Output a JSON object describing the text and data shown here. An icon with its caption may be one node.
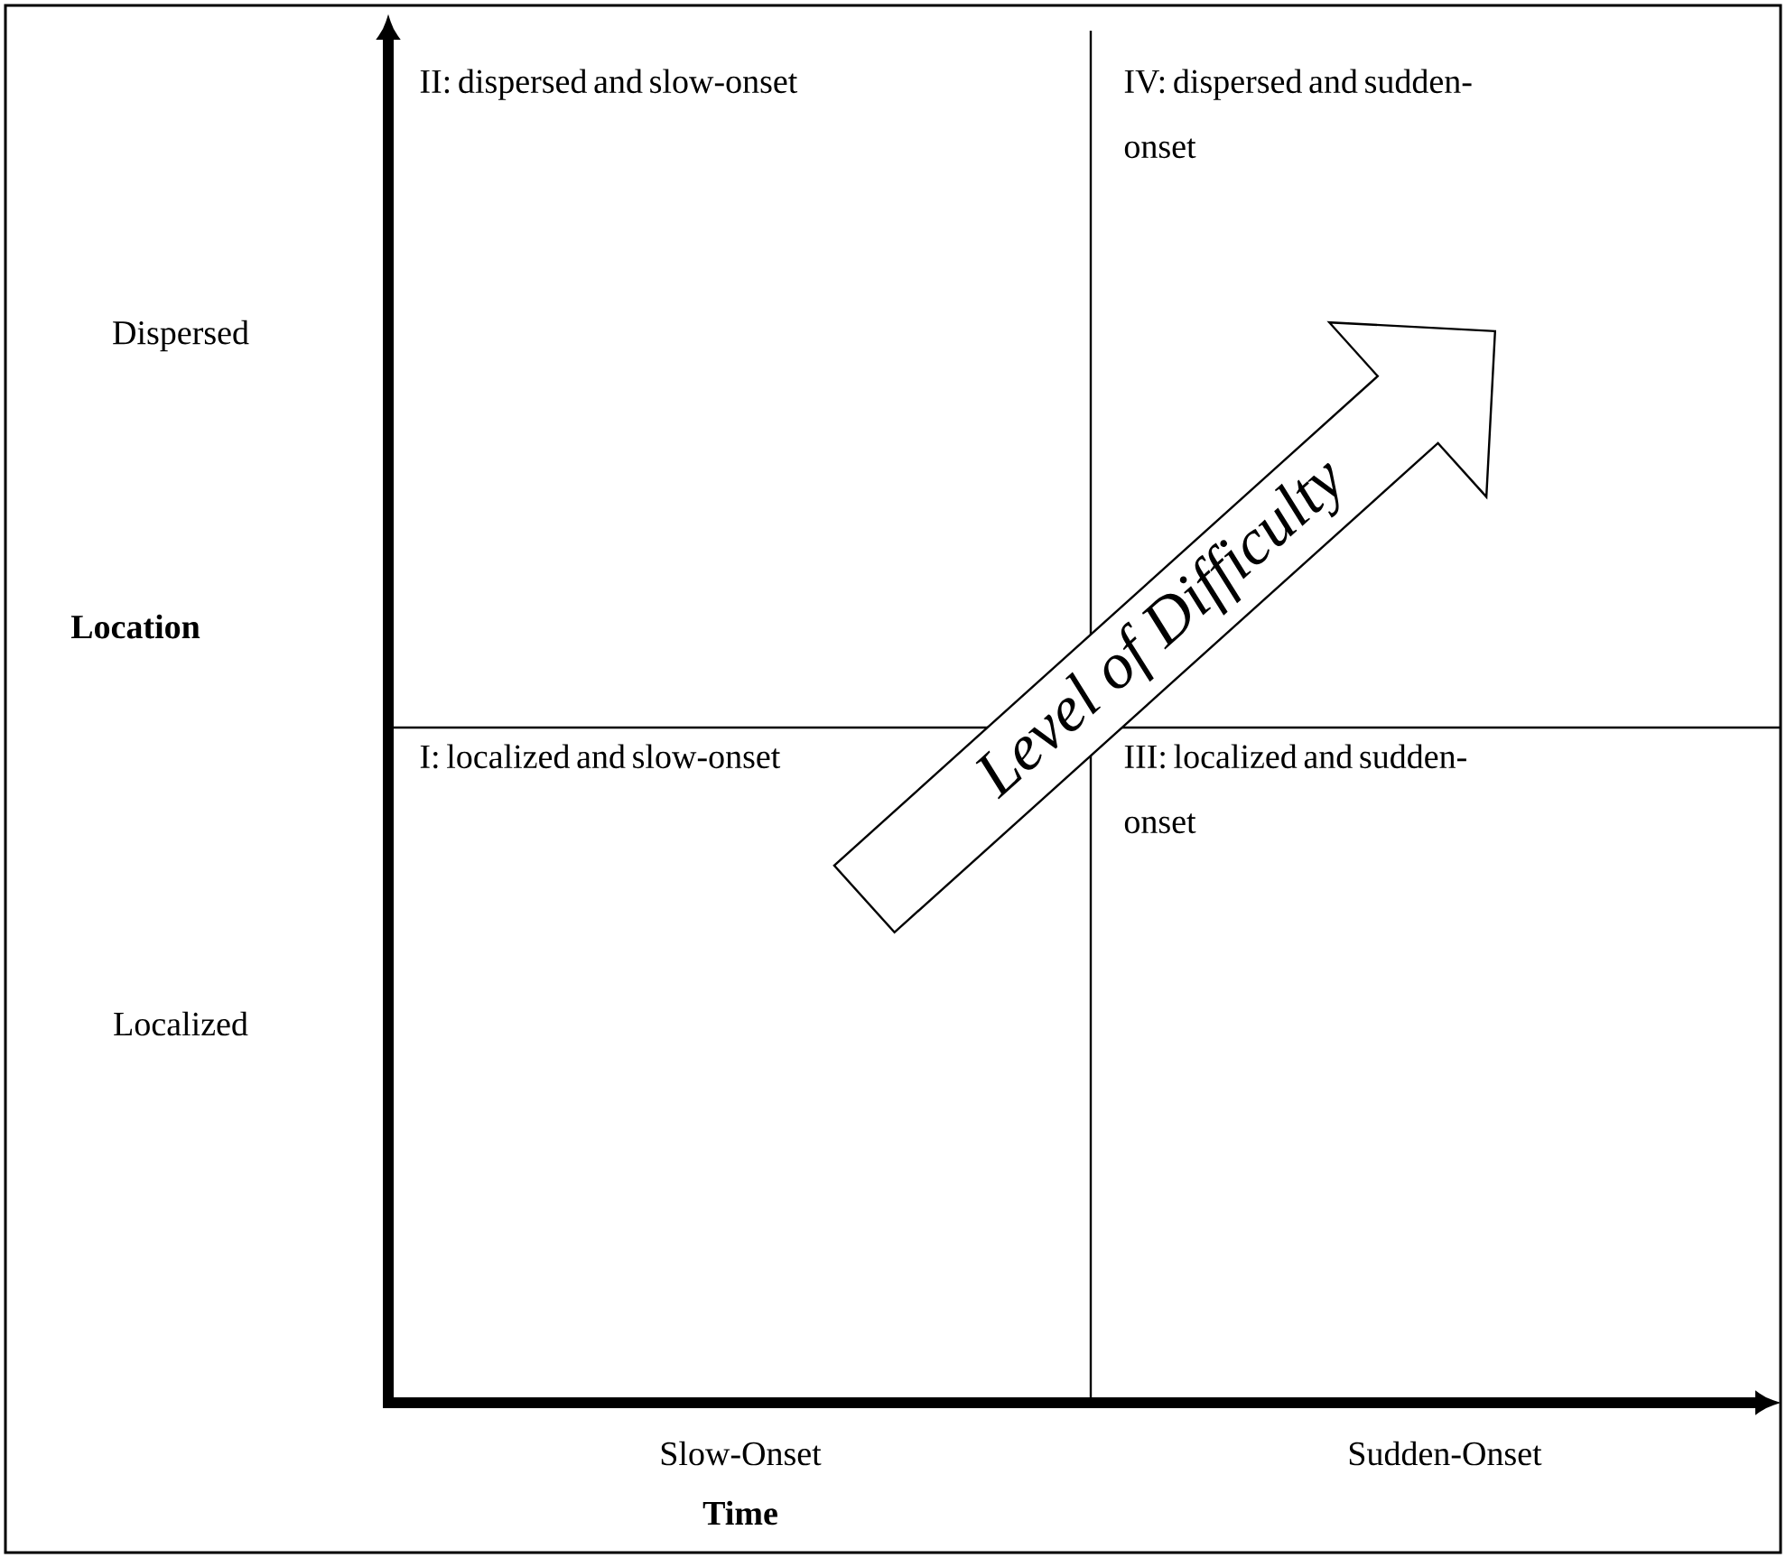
{
  "diagram": {
    "nodes": [
      {
        "text": [
          "Level of Difficulty"
        ]
      }
    ],
    "edges": [],
    "labels": [
      "II: dispersed and slow-onset",
      "IV: dispersed and sudden-onset",
      "Dispersed",
      "Location",
      "I: localized and slow-onset",
      "III: localized and sudden-onset",
      "Localized",
      "Slow-Onset",
      "Sudden-Onset",
      "Time"
    ]
  }
}
